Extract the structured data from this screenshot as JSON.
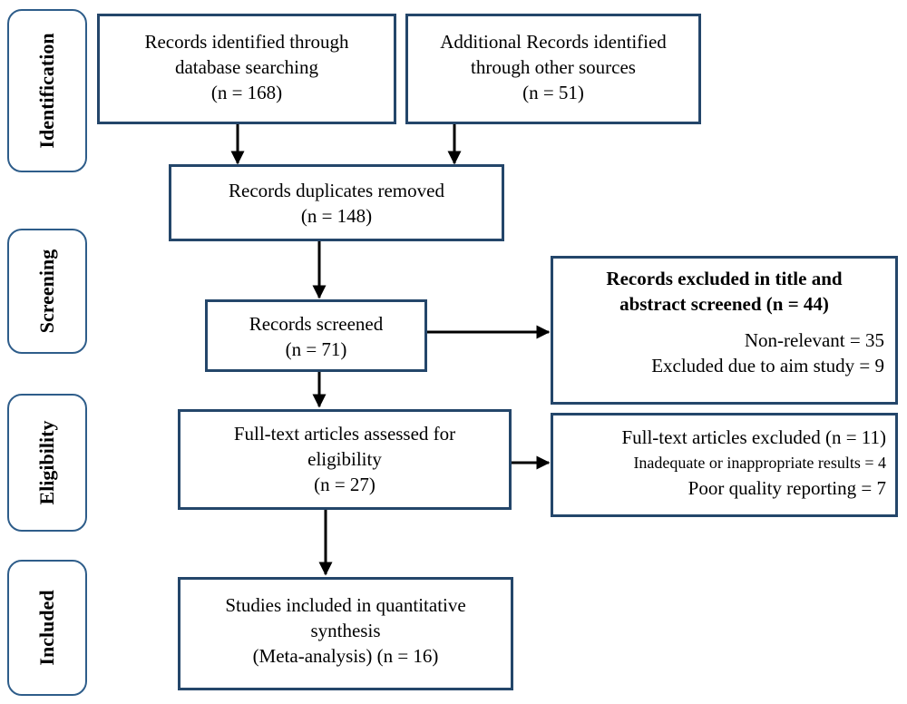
{
  "phases": [
    {
      "id": "identification",
      "label": "Identification"
    },
    {
      "id": "screening",
      "label": "Screening"
    },
    {
      "id": "eligibility",
      "label": "Eligibility"
    },
    {
      "id": "included",
      "label": "Included"
    }
  ],
  "boxes": {
    "database": {
      "lines": [
        "Records identified through",
        "database searching",
        "(n = 168)"
      ]
    },
    "other_sources": {
      "lines": [
        "Additional Records identified",
        "through other sources",
        "(n = 51)"
      ]
    },
    "duplicates": {
      "lines": [
        "Records duplicates removed",
        "(n = 148)"
      ]
    },
    "screened": {
      "lines": [
        "Records screened",
        "(n = 71)"
      ]
    },
    "excluded_title": {
      "heading": [
        "Records excluded in title and",
        "abstract screened (n = 44)"
      ],
      "details": [
        "Non-relevant = 35",
        "Excluded due to aim study = 9"
      ]
    },
    "fulltext": {
      "lines": [
        "Full-text articles assessed for",
        "eligibility",
        "(n = 27)"
      ]
    },
    "fulltext_excluded": {
      "heading": "Full-text articles excluded (n = 11)",
      "details": [
        "Inadequate or inappropriate results = 4",
        "Poor quality reporting = 7"
      ]
    },
    "included": {
      "lines": [
        "Studies included in quantitative",
        "synthesis",
        "(Meta-analysis) (n = 16)"
      ]
    }
  }
}
